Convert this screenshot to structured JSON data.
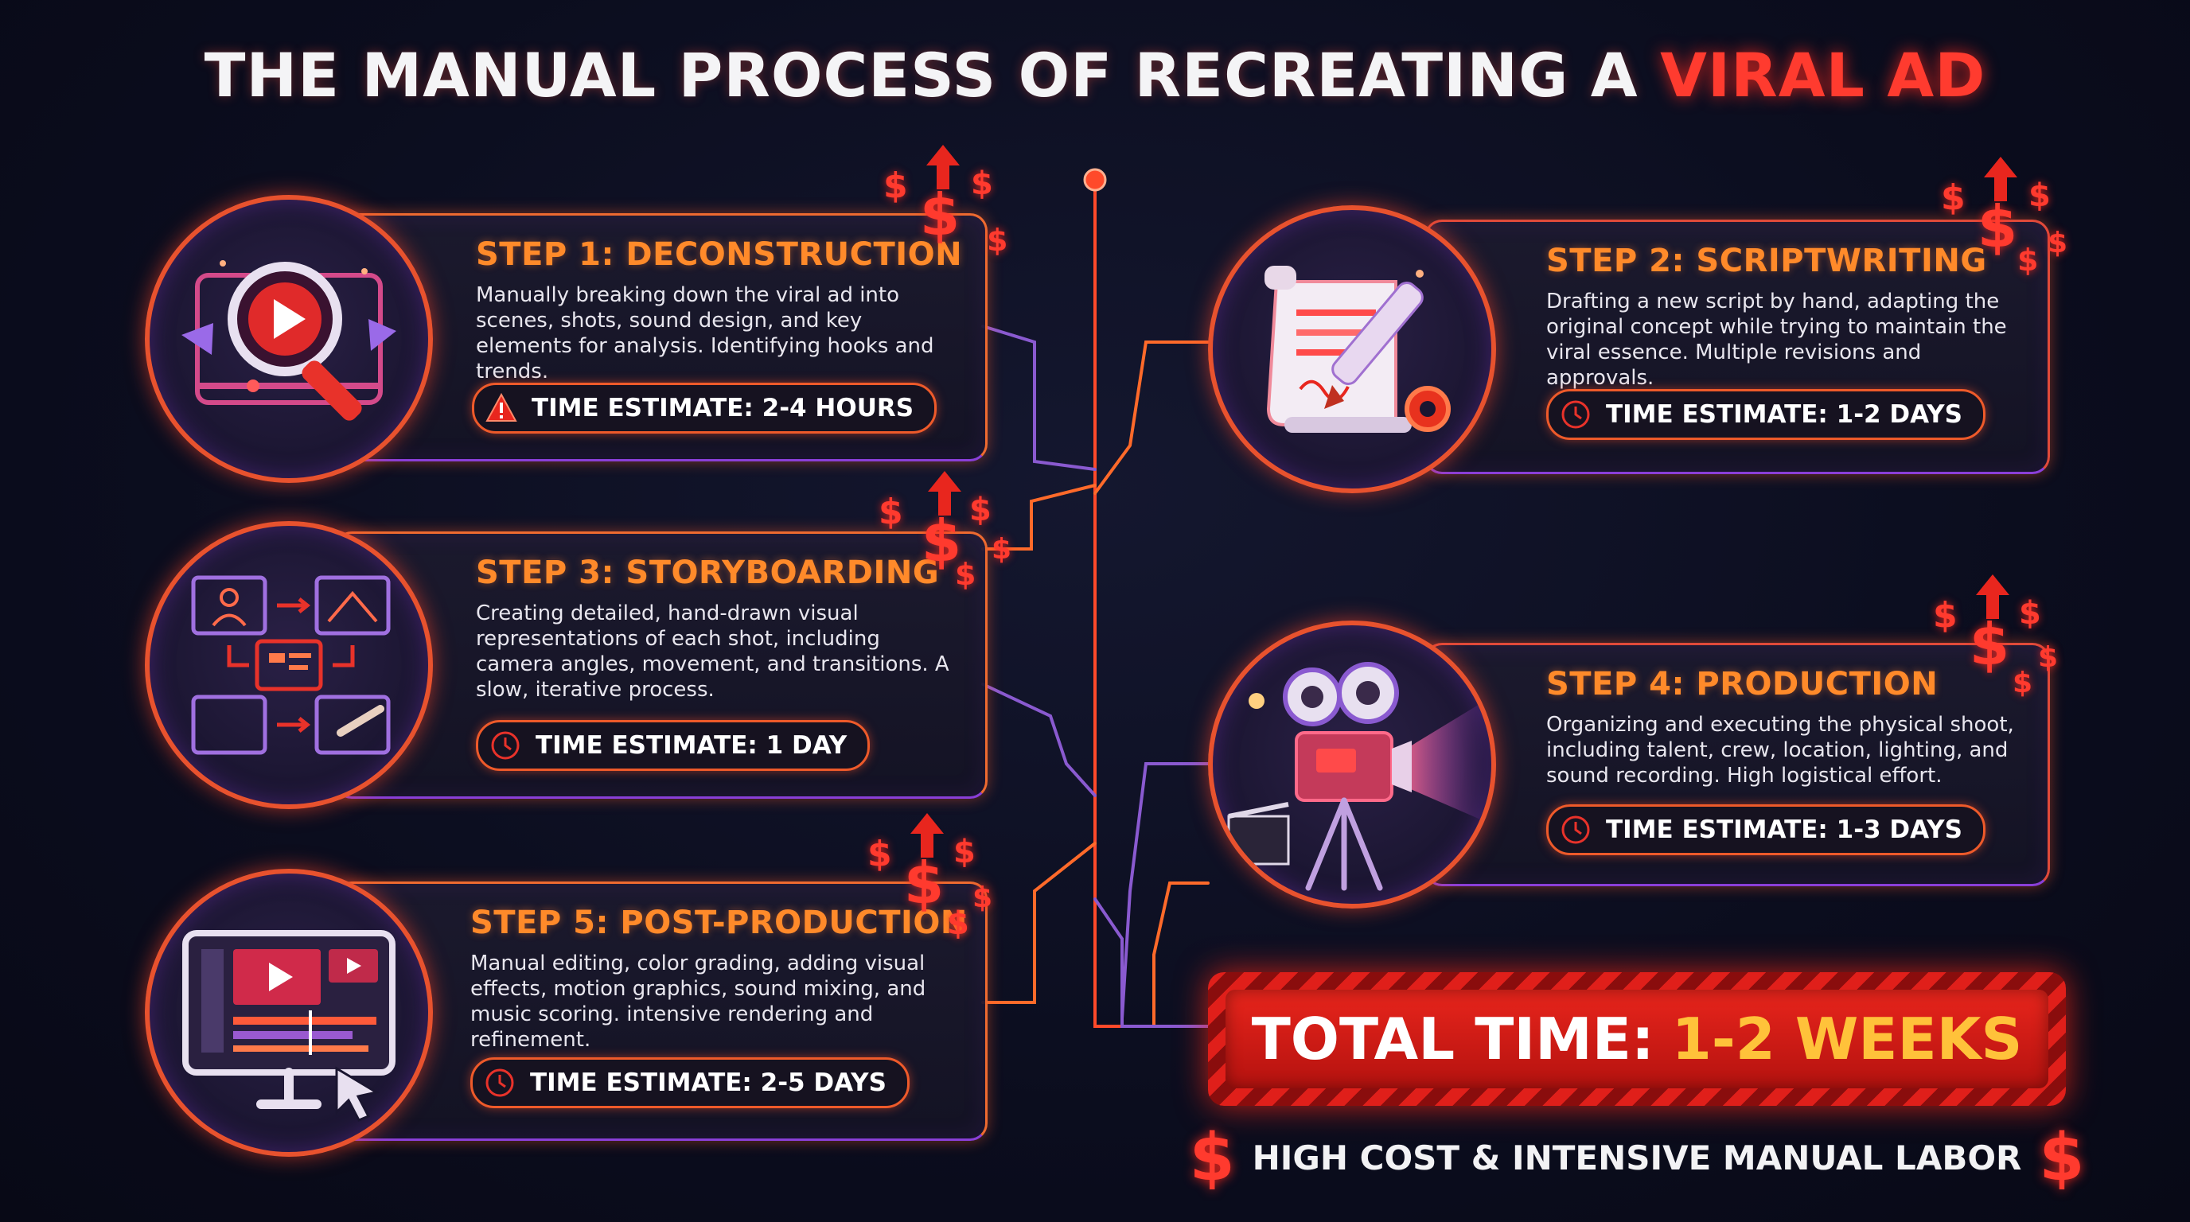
{
  "title": {
    "main": "THE MANUAL PROCESS OF RECREATING A",
    "accent": "VIRAL AD"
  },
  "steps": [
    {
      "title": "STEP 1: DECONSTRUCTION",
      "description": "Manually breaking down the viral ad into scenes, shots, sound design, and key elements for analysis. Identifying hooks and trends.",
      "time": "TIME ESTIMATE: 2-4 HOURS",
      "badge_icon": "magnifier-play-icon",
      "time_icon": "warning-icon"
    },
    {
      "title": "STEP 2: SCRIPTWRITING",
      "description": "Drafting a new script by hand, adapting the original concept while trying to maintain the viral essence. Multiple revisions and approvals.",
      "time": "TIME ESTIMATE: 1-2 DAYS",
      "badge_icon": "script-pen-icon",
      "time_icon": "clock-icon"
    },
    {
      "title": "STEP 3: STORYBOARDING",
      "description": "Creating detailed, hand-drawn visual representations of each shot, including camera angles, movement, and transitions. A slow, iterative process.",
      "time": "TIME ESTIMATE: 1 DAY",
      "badge_icon": "storyboard-icon",
      "time_icon": "clock-icon"
    },
    {
      "title": "STEP 4: PRODUCTION",
      "description": "Organizing and executing the physical shoot, including talent, crew, location, lighting, and sound recording. High logistical effort.",
      "time": "TIME ESTIMATE: 1-3 DAYS",
      "badge_icon": "film-camera-icon",
      "time_icon": "clock-icon"
    },
    {
      "title": "STEP 5: POST-PRODUCTION",
      "description": "Manual editing, color grading, adding visual effects, motion graphics, sound mixing, and music scoring. intensive rendering and refinement.",
      "time": "TIME ESTIMATE: 2-5 DAYS",
      "badge_icon": "editing-monitor-icon",
      "time_icon": "clock-icon"
    }
  ],
  "total": {
    "label": "TOTAL TIME:",
    "value": "1-2 WEEKS"
  },
  "footer": {
    "text": "HIGH COST & INTENSIVE MANUAL LABOR",
    "symbol": "$"
  },
  "colors": {
    "accent_red": "#ff3b2f",
    "accent_orange": "#ff8a2a",
    "accent_purple": "#8a3fd8",
    "background": "#0b0d1e"
  }
}
